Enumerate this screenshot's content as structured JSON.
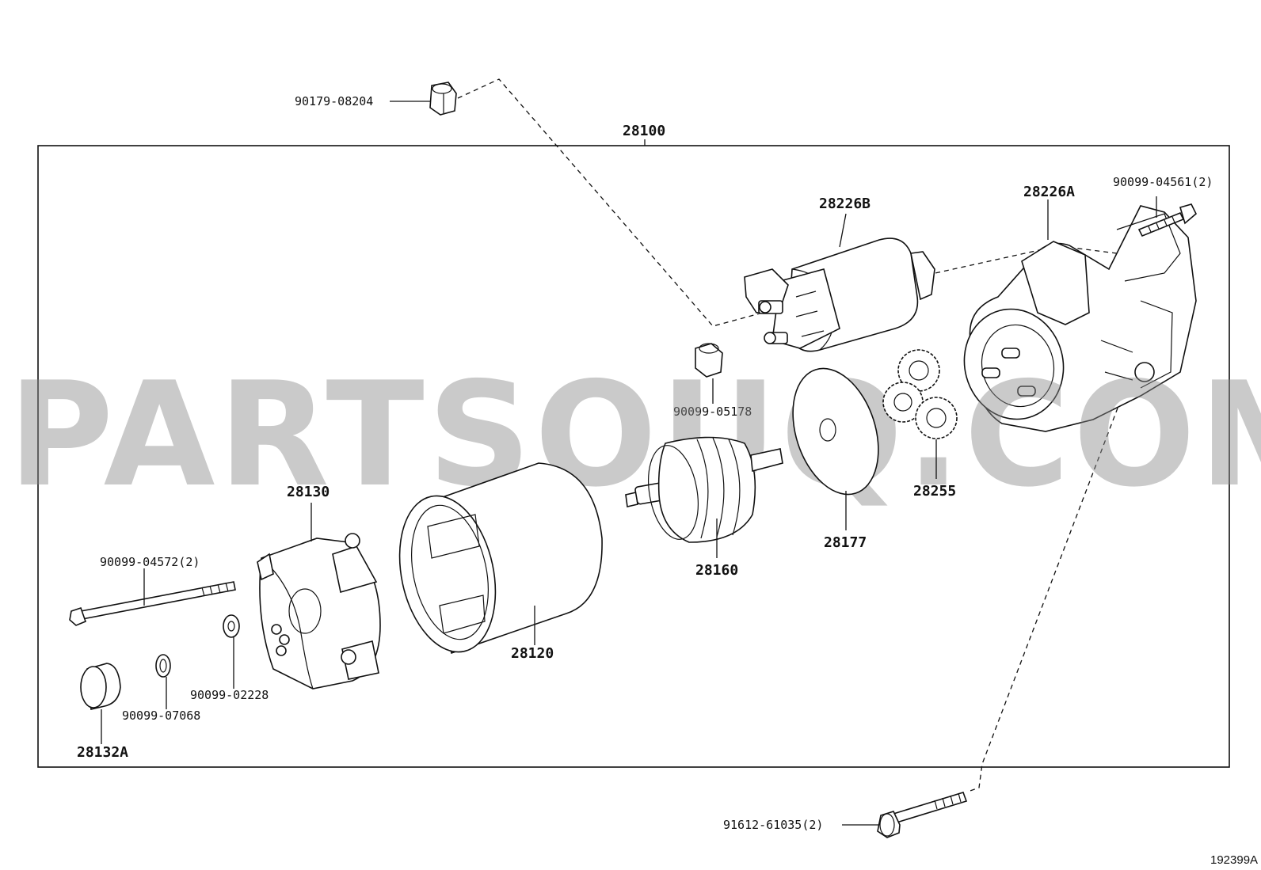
{
  "assembly_label": "28100",
  "watermark": "PARTSOUQ.COM",
  "diagram_code": "192399A",
  "callouts": {
    "c90179_08204": "90179-08204",
    "c28226B": "28226B",
    "c28226A": "28226A",
    "c90099_04561": "90099-04561(2)",
    "c90099_05178": "90099-05178",
    "c28255": "28255",
    "c28177": "28177",
    "c28160": "28160",
    "c28130": "28130",
    "c90099_04572": "90099-04572(2)",
    "c28120": "28120",
    "c90099_02228": "90099-02228",
    "c90099_07068": "90099-07068",
    "c28132A": "28132A",
    "c91612_61035": "91612-61035(2)"
  }
}
